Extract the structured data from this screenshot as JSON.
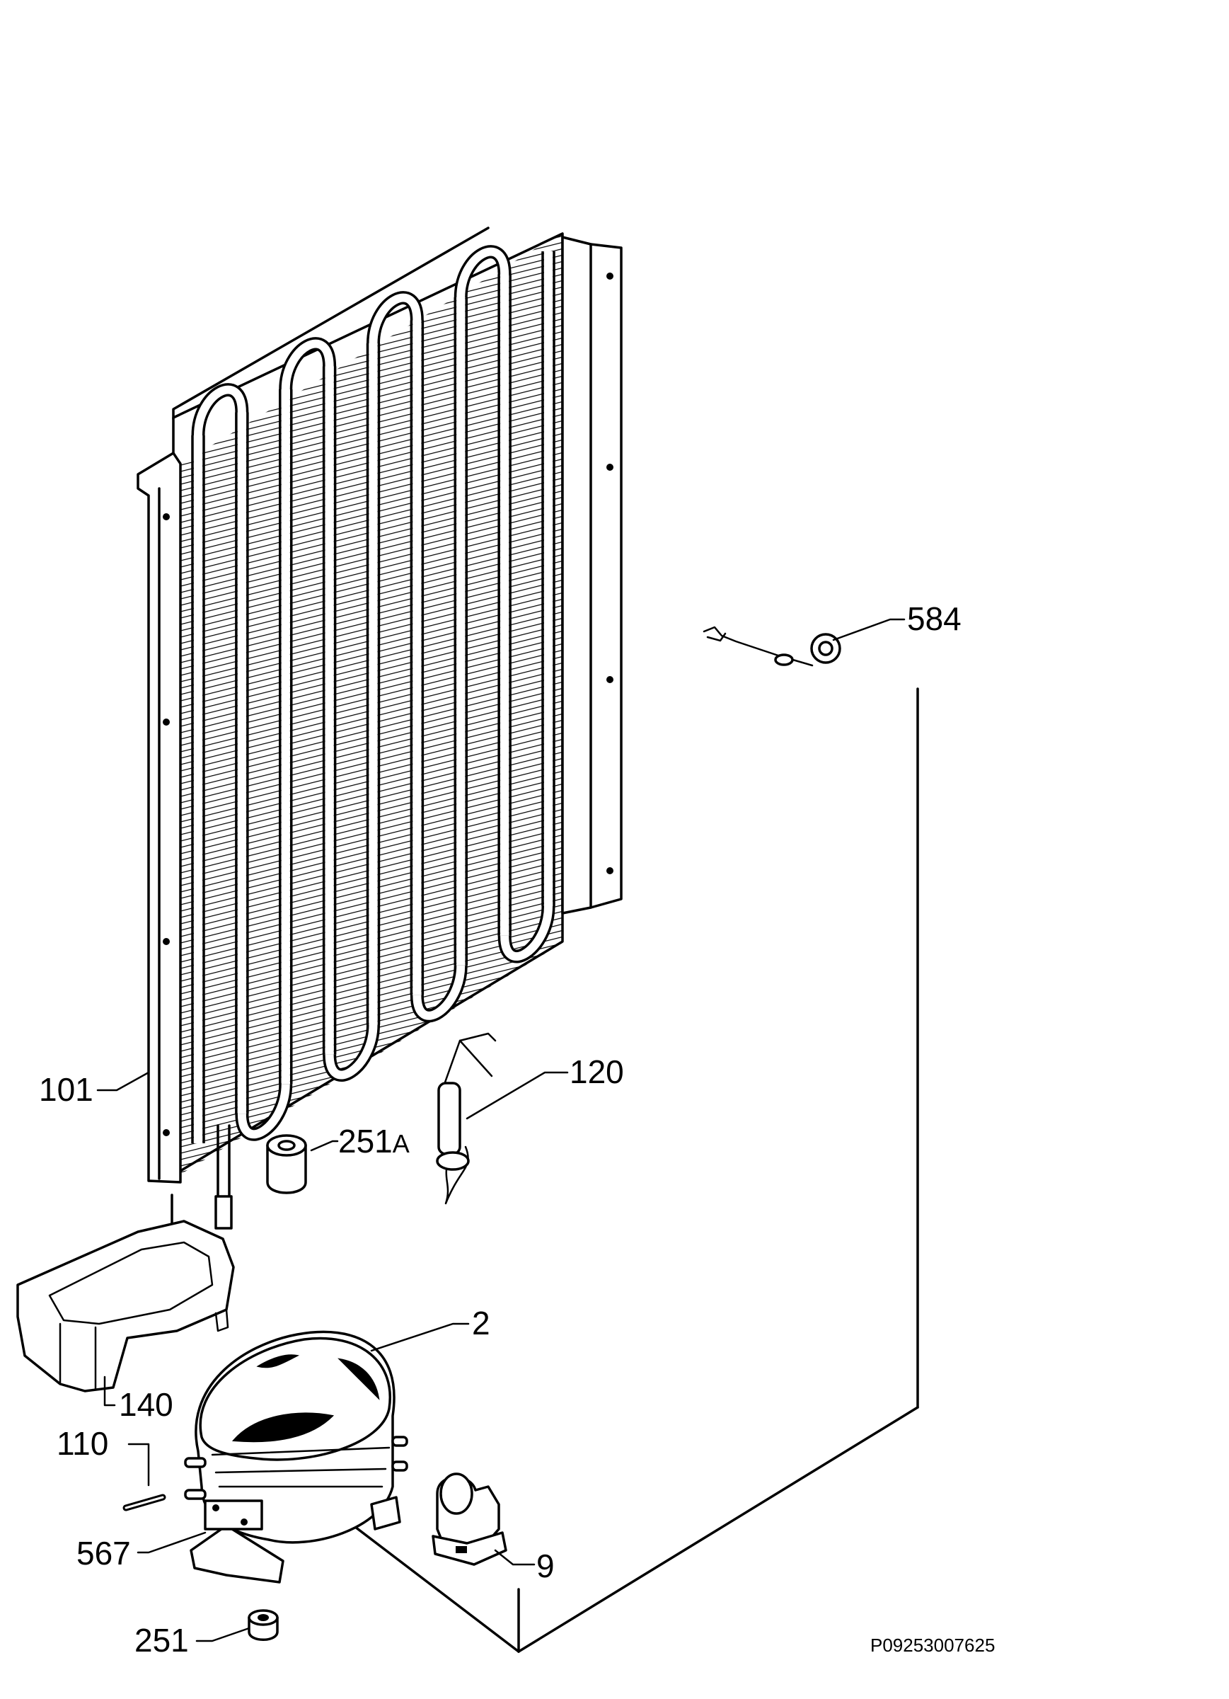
{
  "document_number": "P09253007625",
  "callouts": {
    "c584": "584",
    "c101": "101",
    "c120": "120",
    "c251A_num": "251",
    "c251A_suffix": "A",
    "c2": "2",
    "c140": "140",
    "c110": "110",
    "c567": "567",
    "c9": "9",
    "c251": "251"
  }
}
